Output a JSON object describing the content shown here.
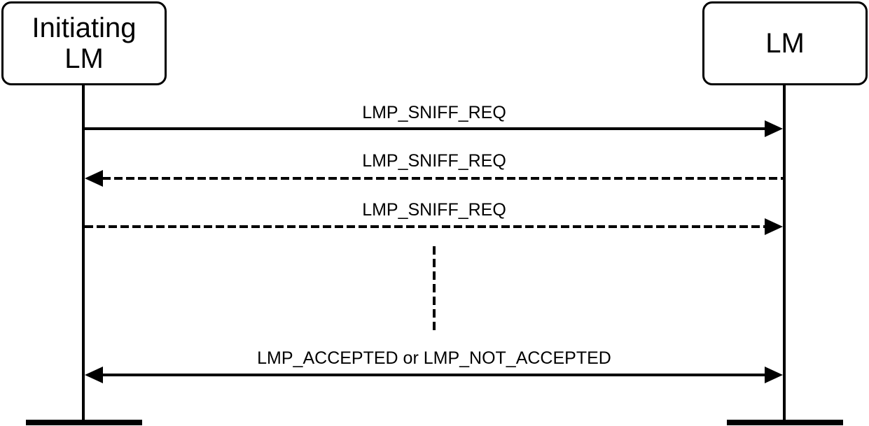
{
  "lifelines": {
    "initiator": {
      "line1": "Initiating",
      "line2": "LM"
    },
    "responder": {
      "label": "LM"
    }
  },
  "messages": [
    {
      "label": "LMP_SNIFF_REQ",
      "direction": "right",
      "style": "solid"
    },
    {
      "label": "LMP_SNIFF_REQ",
      "direction": "left",
      "style": "dashed"
    },
    {
      "label": "LMP_SNIFF_REQ",
      "direction": "right",
      "style": "dashed"
    },
    {
      "label": "LMP_ACCEPTED or LMP_NOT_ACCEPTED",
      "direction": "both",
      "style": "solid"
    }
  ],
  "continuation": {
    "style": "dashed-vertical"
  },
  "colors": {
    "ink": "#000000",
    "background": "#ffffff"
  }
}
